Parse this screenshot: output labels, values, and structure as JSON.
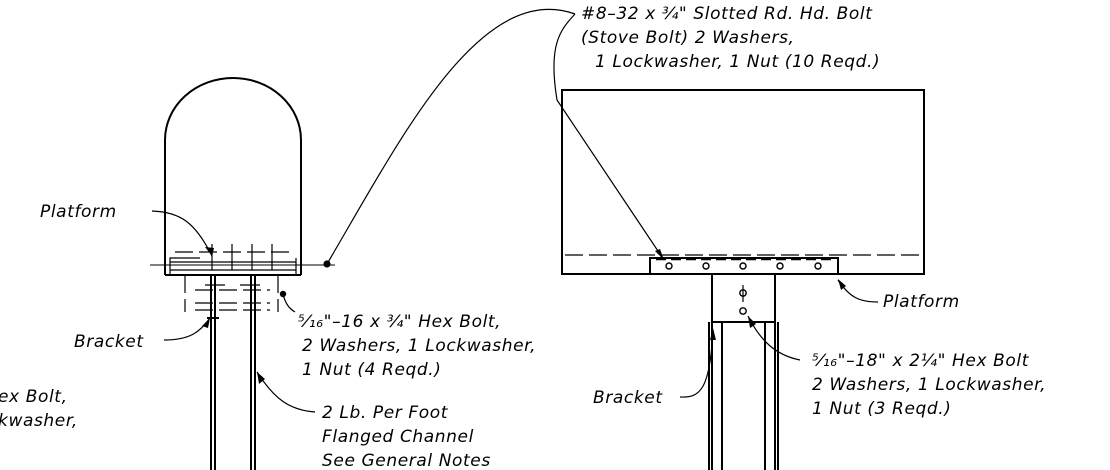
{
  "labels": {
    "stove_bolt_line1": "#8–32 x ¾\" Slotted Rd. Hd. Bolt",
    "stove_bolt_line2": "(Stove Bolt) 2 Washers,",
    "stove_bolt_line3": "1 Lockwasher, 1 Nut (10 Reqd.)",
    "platform_left": "Platform",
    "platform_right": "Platform",
    "bracket_left": "Bracket",
    "bracket_right": "Bracket",
    "hex_bolt_left_line1": "⁵⁄₁₆\"–16 x ¾\" Hex Bolt,",
    "hex_bolt_left_line2": "2 Washers, 1 Lockwasher,",
    "hex_bolt_left_line3": "1 Nut (4 Reqd.)",
    "channel_line1": "2 Lb. Per Foot",
    "channel_line2": "Flanged Channel",
    "channel_line3": "See General Notes",
    "hex_bolt_right_line1": "⁵⁄₁₆\"–18\" x 2¼\" Hex Bolt",
    "hex_bolt_right_line2": "2 Washers, 1 Lockwasher,",
    "hex_bolt_right_line3": "1 Nut (3 Reqd.)",
    "cut_off_line1": "ex Bolt,",
    "cut_off_line2": "kwasher,"
  }
}
